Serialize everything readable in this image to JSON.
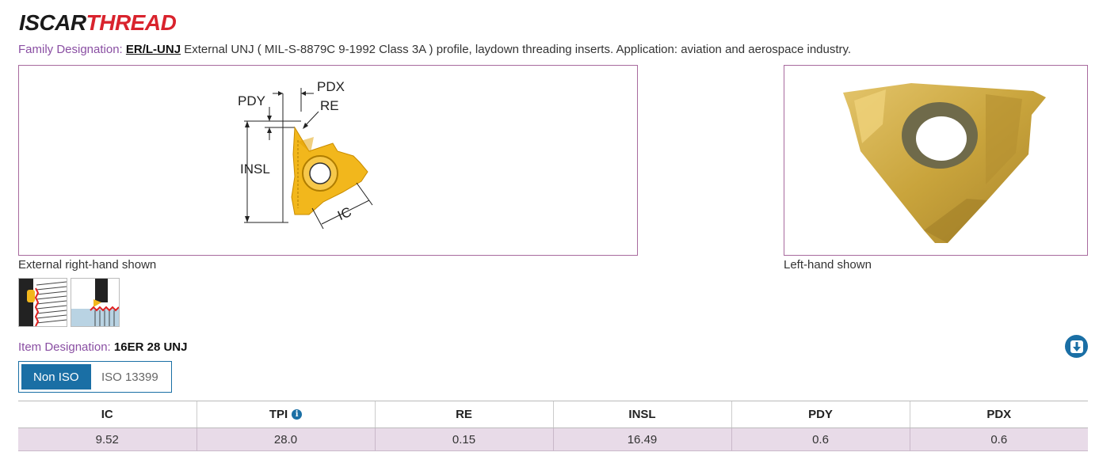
{
  "brand": {
    "part1": "ISCAR",
    "part2": "THREAD"
  },
  "family": {
    "label": "Family Designation:",
    "code": "ER/L-UNJ",
    "description": "External UNJ ( MIL-S-8879C 9-1992 Class 3A ) profile, laydown threading inserts. Application: aviation and aerospace industry."
  },
  "diagram": {
    "labels": {
      "pdx": "PDX",
      "pdy": "PDY",
      "re": "RE",
      "insl": "INSL",
      "ic": "IC"
    },
    "caption": "External right-hand shown"
  },
  "photo": {
    "caption": "Left-hand shown"
  },
  "application_icons": [
    "external-thread-turning-icon",
    "internal-thread-turning-icon"
  ],
  "item": {
    "label": "Item Designation:",
    "value": "16ER 28 UNJ"
  },
  "download_icon": "download-icon",
  "standard_toggle": {
    "options": [
      "Non ISO",
      "ISO 13399"
    ],
    "selected": "Non ISO"
  },
  "spec_table": {
    "headers": [
      "IC",
      "TPI",
      "RE",
      "INSL",
      "PDY",
      "PDX"
    ],
    "info_icon_on": "TPI",
    "rows": [
      [
        "9.52",
        "28.0",
        "0.15",
        "16.49",
        "0.6",
        "0.6"
      ]
    ]
  },
  "colors": {
    "accent_blue": "#1a6fa5",
    "label_purple": "#8a4fa3",
    "brand_red": "#d9232d",
    "row_bg": "#e8dbe8",
    "insert_gold": "#f2b71c"
  }
}
